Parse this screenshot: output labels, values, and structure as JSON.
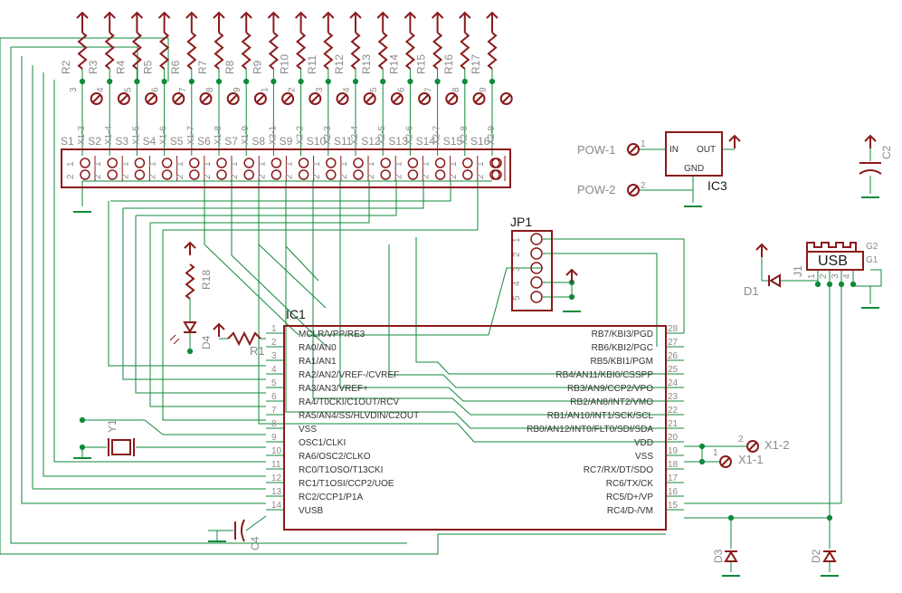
{
  "colors": {
    "wire": "#0f8a3a",
    "part": "#8b1a1a",
    "text": "#8a8a8a",
    "ink": "#1a1a1a"
  },
  "resistors": [
    "R2",
    "R3",
    "R4",
    "R5",
    "R6",
    "R7",
    "R8",
    "R9",
    "R10",
    "R11",
    "R12",
    "R13",
    "R14",
    "R15",
    "R16",
    "R17"
  ],
  "resistor_pins": [
    "3",
    "4",
    "5",
    "6",
    "7",
    "8",
    "9",
    "1",
    "2",
    "3",
    "4",
    "5",
    "6",
    "7",
    "8",
    "9"
  ],
  "connector_pins": [
    "X1-3",
    "X1-4",
    "X1-5",
    "X1-6",
    "X1-7",
    "X1-8",
    "X1-9",
    "X2-1",
    "X2-2",
    "X2-3",
    "X2-4",
    "X2-5",
    "X2-6",
    "X2-7",
    "X2-8",
    "X2-9"
  ],
  "switches": [
    "S1",
    "S2",
    "S3",
    "S4",
    "S5",
    "S6",
    "S7",
    "S8",
    "S9",
    "S10",
    "S11",
    "S12",
    "S13",
    "S14",
    "S15",
    "S16"
  ],
  "ic1": {
    "name": "IC1",
    "left_pins": [
      {
        "num": "1",
        "label": "MCLR/VPP/RE3"
      },
      {
        "num": "2",
        "label": "RA0/AN0"
      },
      {
        "num": "3",
        "label": "RA1/AN1"
      },
      {
        "num": "4",
        "label": "RA2/AN2/VREF-/CVREF"
      },
      {
        "num": "5",
        "label": "RA3/AN3/VREF+"
      },
      {
        "num": "6",
        "label": "RA4/T0CKI/C1OUT/RCV"
      },
      {
        "num": "7",
        "label": "RA5/AN4/SS/HLVDIN/C2OUT"
      },
      {
        "num": "8",
        "label": "VSS"
      },
      {
        "num": "9",
        "label": "OSC1/CLKI"
      },
      {
        "num": "10",
        "label": "RA6/OSC2/CLKO"
      },
      {
        "num": "11",
        "label": "RC0/T1OSO/T13CKI"
      },
      {
        "num": "12",
        "label": "RC1/T1OSI/CCP2/UOE"
      },
      {
        "num": "13",
        "label": "RC2/CCP1/P1A"
      },
      {
        "num": "14",
        "label": "VUSB"
      }
    ],
    "right_pins": [
      {
        "num": "28",
        "label": "RB7/KBI3/PGD"
      },
      {
        "num": "27",
        "label": "RB6/KBI2/PGC"
      },
      {
        "num": "26",
        "label": "RB5/KBI1/PGM"
      },
      {
        "num": "25",
        "label": "RB4/AN11/KBI0/CSSPP"
      },
      {
        "num": "24",
        "label": "RB3/AN9/CCP2/VPO"
      },
      {
        "num": "23",
        "label": "RB2/AN8/INT2/VMO"
      },
      {
        "num": "22",
        "label": "RB1/AN10/INT1/SCK/SCL"
      },
      {
        "num": "21",
        "label": "RB0/AN12/INT0/FLT0/SDI/SDA"
      },
      {
        "num": "20",
        "label": "VDD"
      },
      {
        "num": "19",
        "label": "VSS"
      },
      {
        "num": "18",
        "label": "RC7/RX/DT/SDO"
      },
      {
        "num": "17",
        "label": "RC6/TX/CK"
      },
      {
        "num": "16",
        "label": "RC5/D+/VP"
      },
      {
        "num": "15",
        "label": "RC4/D-/VM"
      }
    ]
  },
  "ic3": {
    "name": "IC3",
    "in": "IN",
    "out": "OUT",
    "gnd": "GND",
    "pin1": "1",
    "pin2": "2"
  },
  "pow1": "POW-1",
  "pow2": "POW-2",
  "c2": "C2",
  "c4": "C4",
  "jp1": "JP1",
  "jp1_pins": [
    "1",
    "2",
    "3",
    "4",
    "5"
  ],
  "usb": {
    "label": "USB",
    "ref": "J1",
    "g1": "G1",
    "g2": "G2",
    "pins": [
      "1",
      "2",
      "3",
      "4"
    ]
  },
  "d1": "D1",
  "d2": "D2",
  "d3": "D3",
  "d4": "D4",
  "r1": "R1",
  "r18": "R18",
  "y1": "Y1",
  "x12": "X1-2",
  "x11": "X1-1",
  "x12_pin": "2",
  "x11_pin": "1",
  "switch_pins": [
    "1",
    "2"
  ]
}
